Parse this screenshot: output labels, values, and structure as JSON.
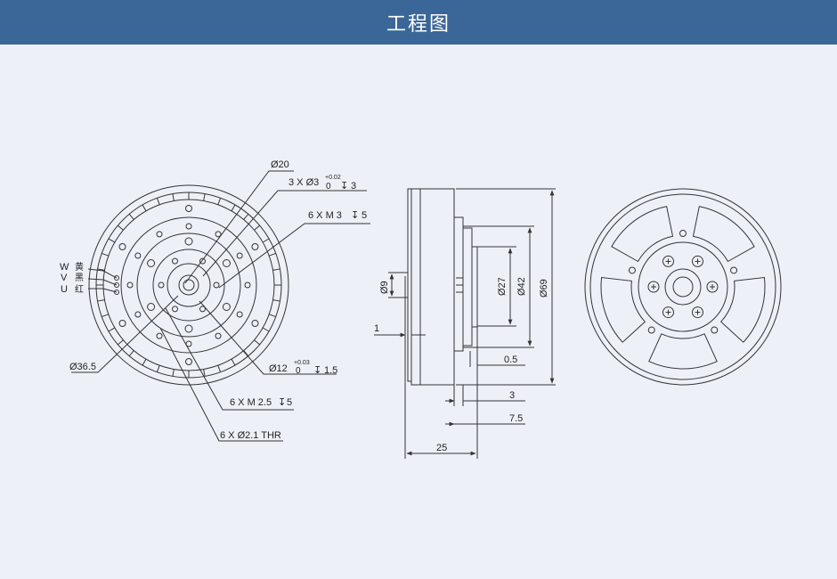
{
  "header": {
    "title": "工程图"
  },
  "colors": {
    "header_bg": "#3a6797",
    "page_bg": "#edf1f7",
    "line": "#333333"
  },
  "front_view": {
    "d20": "Ø20",
    "holes_3": "3 X Ø3",
    "tol_3_top": "+0.02",
    "tol_3_bottom": "0",
    "depth_3": "3",
    "m3": "6 X M 3",
    "m3_depth": "5",
    "d36": "Ø36.5",
    "d12": "Ø12",
    "tol_12_top": "+0.03",
    "tol_12_bottom": "0",
    "depth_12": "1.5",
    "m25": "6 X M 2.5",
    "m25_depth": "5",
    "thr": "6 X Ø2.1 THR",
    "wires": [
      {
        "phase": "W",
        "color": "黄"
      },
      {
        "phase": "V",
        "color": "黑"
      },
      {
        "phase": "U",
        "color": "红"
      }
    ]
  },
  "side_view": {
    "d9": "Ø9",
    "d27": "Ø27",
    "d42": "Ø42",
    "d69": "Ø69",
    "dim_1": "1",
    "dim_05": "0.5",
    "dim_3": "3",
    "dim_75": "7.5",
    "dim_25": "25"
  }
}
